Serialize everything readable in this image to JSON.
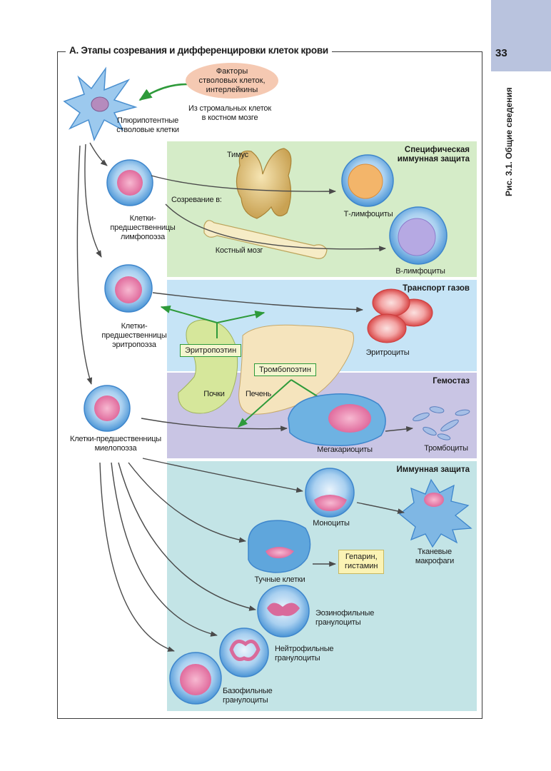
{
  "page": {
    "number": "33",
    "side_caption": "Рис. 3.1.  Общие сведения"
  },
  "section_title": "А. Этапы созревания и дифференцировки клеток крови",
  "factors_bubble": "Факторы\nстволовых клеток,\nинтерлейкины",
  "stromal_note": "Из стромальных клеток\nв костном мозге",
  "stem_cells": "Плюрипотентные\nстволовые клетки",
  "progenitors": {
    "lymphopoiesis": "Клетки-\nпредшественницы\nлимфопоэза",
    "erythropoiesis": "Клетки-\nпредшественницы\nэритропоэза",
    "myelopoiesis": "Клетки-предшественницы\nмиелопоэза"
  },
  "panels": {
    "specific_immunity": "Специфическая\nиммунная защита",
    "gas_transport": "Транспорт газов",
    "hemostasis": "Гемостаз",
    "immune_defense": "Иммунная защита"
  },
  "labels": {
    "thymus": "Тимус",
    "maturation_in": "Созревание в:",
    "bone_marrow": "Костный мозг",
    "t_lymphocytes": "Т-лимфоциты",
    "b_lymphocytes": "В-лимфоциты",
    "erythrocytes": "Эритроциты",
    "erythropoietin": "Эритропоэтин",
    "thrombopoietin": "Тромбопоэтин",
    "kidneys": "Почки",
    "liver": "Печень",
    "megakaryocytes": "Мегакариоциты",
    "platelets": "Тромбоциты",
    "monocytes": "Моноциты",
    "tissue_macrophages": "Тканевые\nмакрофаги",
    "mast_cells": "Тучные клетки",
    "heparin_histamine": "Гепарин,\nгистамин",
    "eosinophils": "Эозинофильные\nгранулоциты",
    "neutrophils": "Нейтрофильные\nгранулоциты",
    "basophils": "Базофильные\nгранулоциты"
  },
  "colors": {
    "tab": "#b9c3de",
    "green_panel": "#d5ecc8",
    "blue_panel": "#c6e4f6",
    "purple_panel": "#c9c5e4",
    "teal_panel": "#c3e4e6",
    "hormone_arrow": "#2e9a3a",
    "cell_blue": "#5ea6dc",
    "cell_nucleus": "#e48ab0"
  }
}
